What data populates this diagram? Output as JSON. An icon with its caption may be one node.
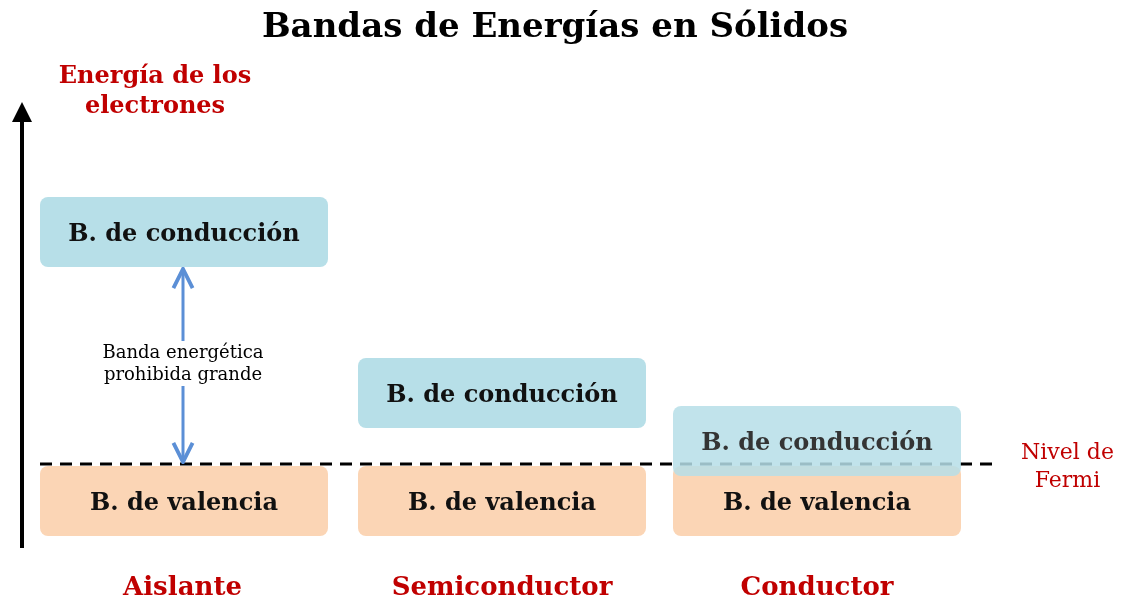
{
  "diagram": {
    "title": "Bandas de Energías en Sólidos",
    "nodes": [
      {
        "text": [
          "B. de conducción"
        ]
      },
      {
        "text": [
          "B. de conducción"
        ]
      },
      {
        "text": [
          "B. de conducción"
        ]
      },
      {
        "text": [
          "B. de valencia"
        ]
      },
      {
        "text": [
          "B. de valencia"
        ]
      },
      {
        "text": [
          "B. de valencia"
        ]
      }
    ],
    "edges": [
      {
        "from": 0,
        "to": 3,
        "arrow": "both",
        "label": "Banda energética prohibida grande",
        "color": "#5b8fd6"
      }
    ],
    "labels": [
      "Energía de los electrones",
      "Nivel de Fermi",
      "Aislante",
      "Semiconductor",
      "Conductor"
    ]
  }
}
